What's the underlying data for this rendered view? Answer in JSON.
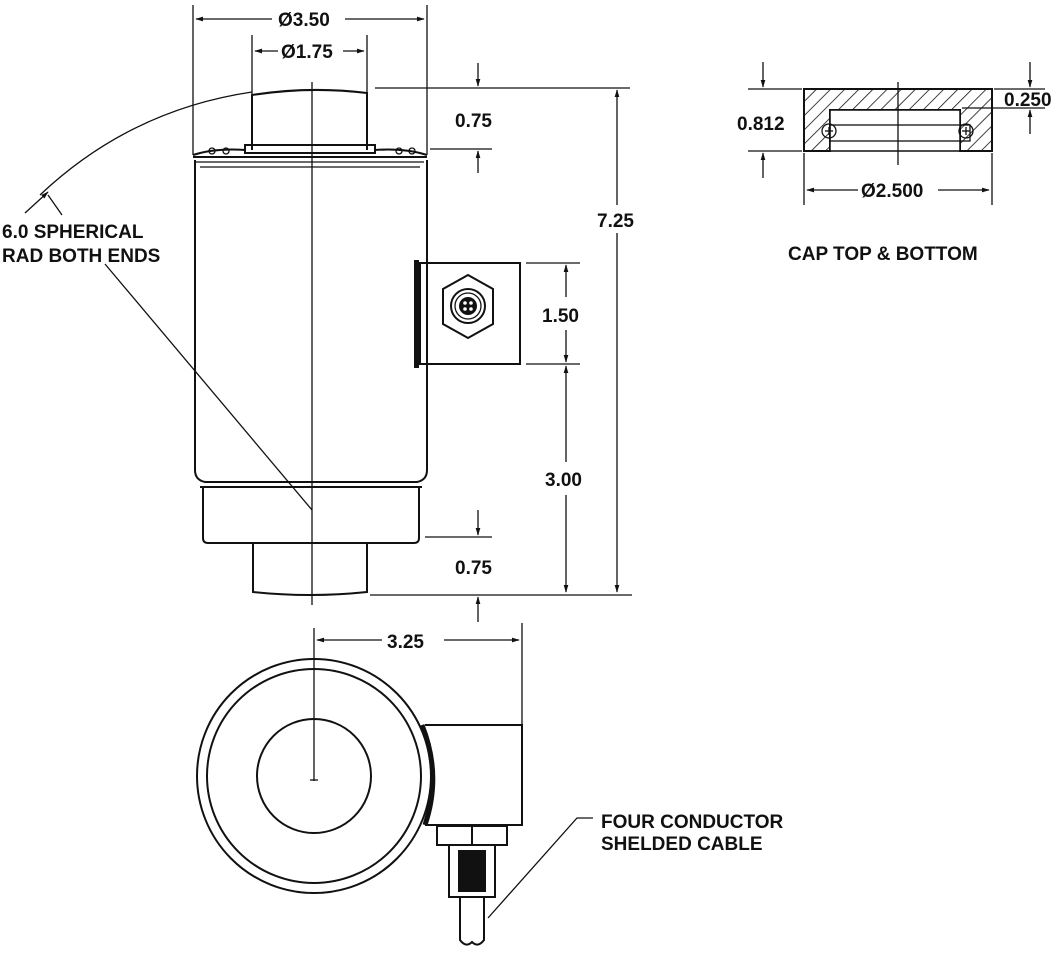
{
  "drawing": {
    "title": "Load cell dimensional drawing",
    "colors": {
      "ink": "#111111",
      "paper": "#ffffff"
    },
    "front_view": {
      "dimensions": {
        "outer_diameter": "Ø3.50",
        "cap_diameter": "Ø1.75",
        "top_cap_height": "0.75",
        "overall_height": "7.25",
        "connector_height": "1.50",
        "connector_to_base": "3.00",
        "bottom_cap_height": "0.75"
      },
      "callout_radius": [
        "6.0 SPHERICAL",
        "RAD BOTH ENDS"
      ]
    },
    "cap_detail": {
      "title": "CAP TOP & BOTTOM",
      "dimensions": {
        "height": "0.812",
        "recess_depth": "0.250",
        "diameter": "Ø2.500"
      }
    },
    "top_view": {
      "dimensions": {
        "center_to_connector": "3.25"
      },
      "cable_callout": [
        "FOUR CONDUCTOR",
        "SHELDED CABLE"
      ]
    }
  }
}
